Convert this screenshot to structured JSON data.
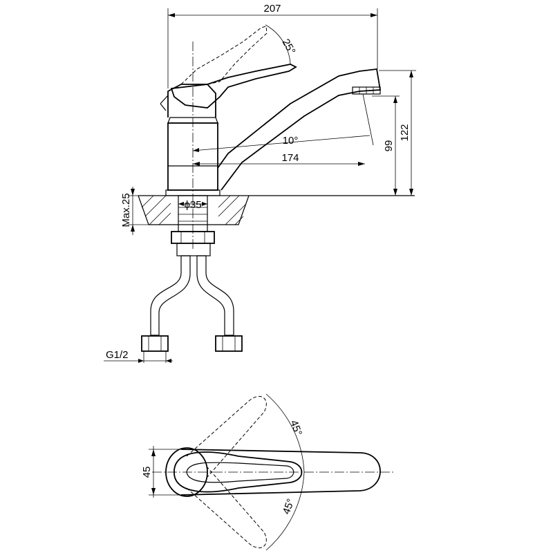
{
  "dimensions": {
    "overall_length": "207",
    "handle_angle": "25°",
    "spout_height": "122",
    "outlet_height": "99",
    "spout_angle": "10°",
    "spout_reach": "174",
    "body_diameter": "ϕ35",
    "max_counter": "Max.25",
    "connection_thread": "G1/2",
    "handle_width": "45",
    "handle_rotation_upper": "45°",
    "handle_rotation_lower": "45°"
  },
  "views": [
    "side-elevation",
    "top-plan"
  ]
}
